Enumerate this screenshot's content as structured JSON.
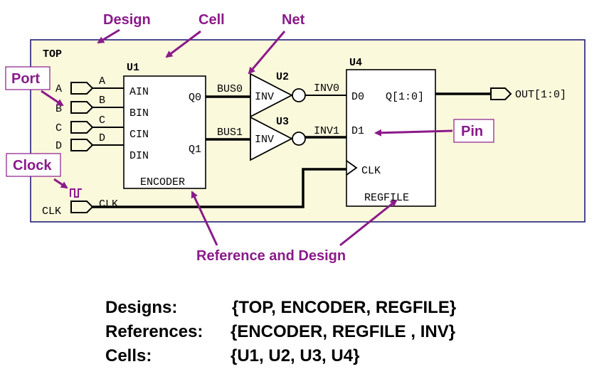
{
  "callouts": {
    "design": "Design",
    "cell": "Cell",
    "net": "Net",
    "port": "Port",
    "pin": "Pin",
    "clock": "Clock",
    "reference": "Reference and Design"
  },
  "top": {
    "name": "TOP"
  },
  "ports": {
    "inputs": [
      "A",
      "B",
      "C",
      "D"
    ],
    "clk": "CLK",
    "output": "OUT[1:0]"
  },
  "nets": {
    "inputs": [
      "A",
      "B",
      "C",
      "D"
    ],
    "bus0": "BUS0",
    "bus1": "BUS1",
    "inv0": "INV0",
    "inv1": "INV1",
    "clk": "CLK"
  },
  "u1": {
    "instance": "U1",
    "reference": "ENCODER",
    "pins_in": [
      "AIN",
      "BIN",
      "CIN",
      "DIN"
    ],
    "pins_out": [
      "Q0",
      "Q1"
    ]
  },
  "u2": {
    "instance": "U2",
    "reference": "INV"
  },
  "u3": {
    "instance": "U3",
    "reference": "INV"
  },
  "u4": {
    "instance": "U4",
    "reference": "REGFILE",
    "pins_in": [
      "D0",
      "D1"
    ],
    "pin_out": "Q[1:0]",
    "pin_clk": "CLK"
  },
  "summary": [
    {
      "label": "Designs:",
      "value": "{TOP, ENCODER, REGFILE}"
    },
    {
      "label": "References:",
      "value": "{ENCODER, REGFILE , INV}"
    },
    {
      "label": "Cells:",
      "value": "{U1, U2, U3, U4}"
    }
  ],
  "colors": {
    "callout": "#8a1a8a",
    "top_fill": "#fbf9dc",
    "top_border": "#1f1f7a"
  }
}
